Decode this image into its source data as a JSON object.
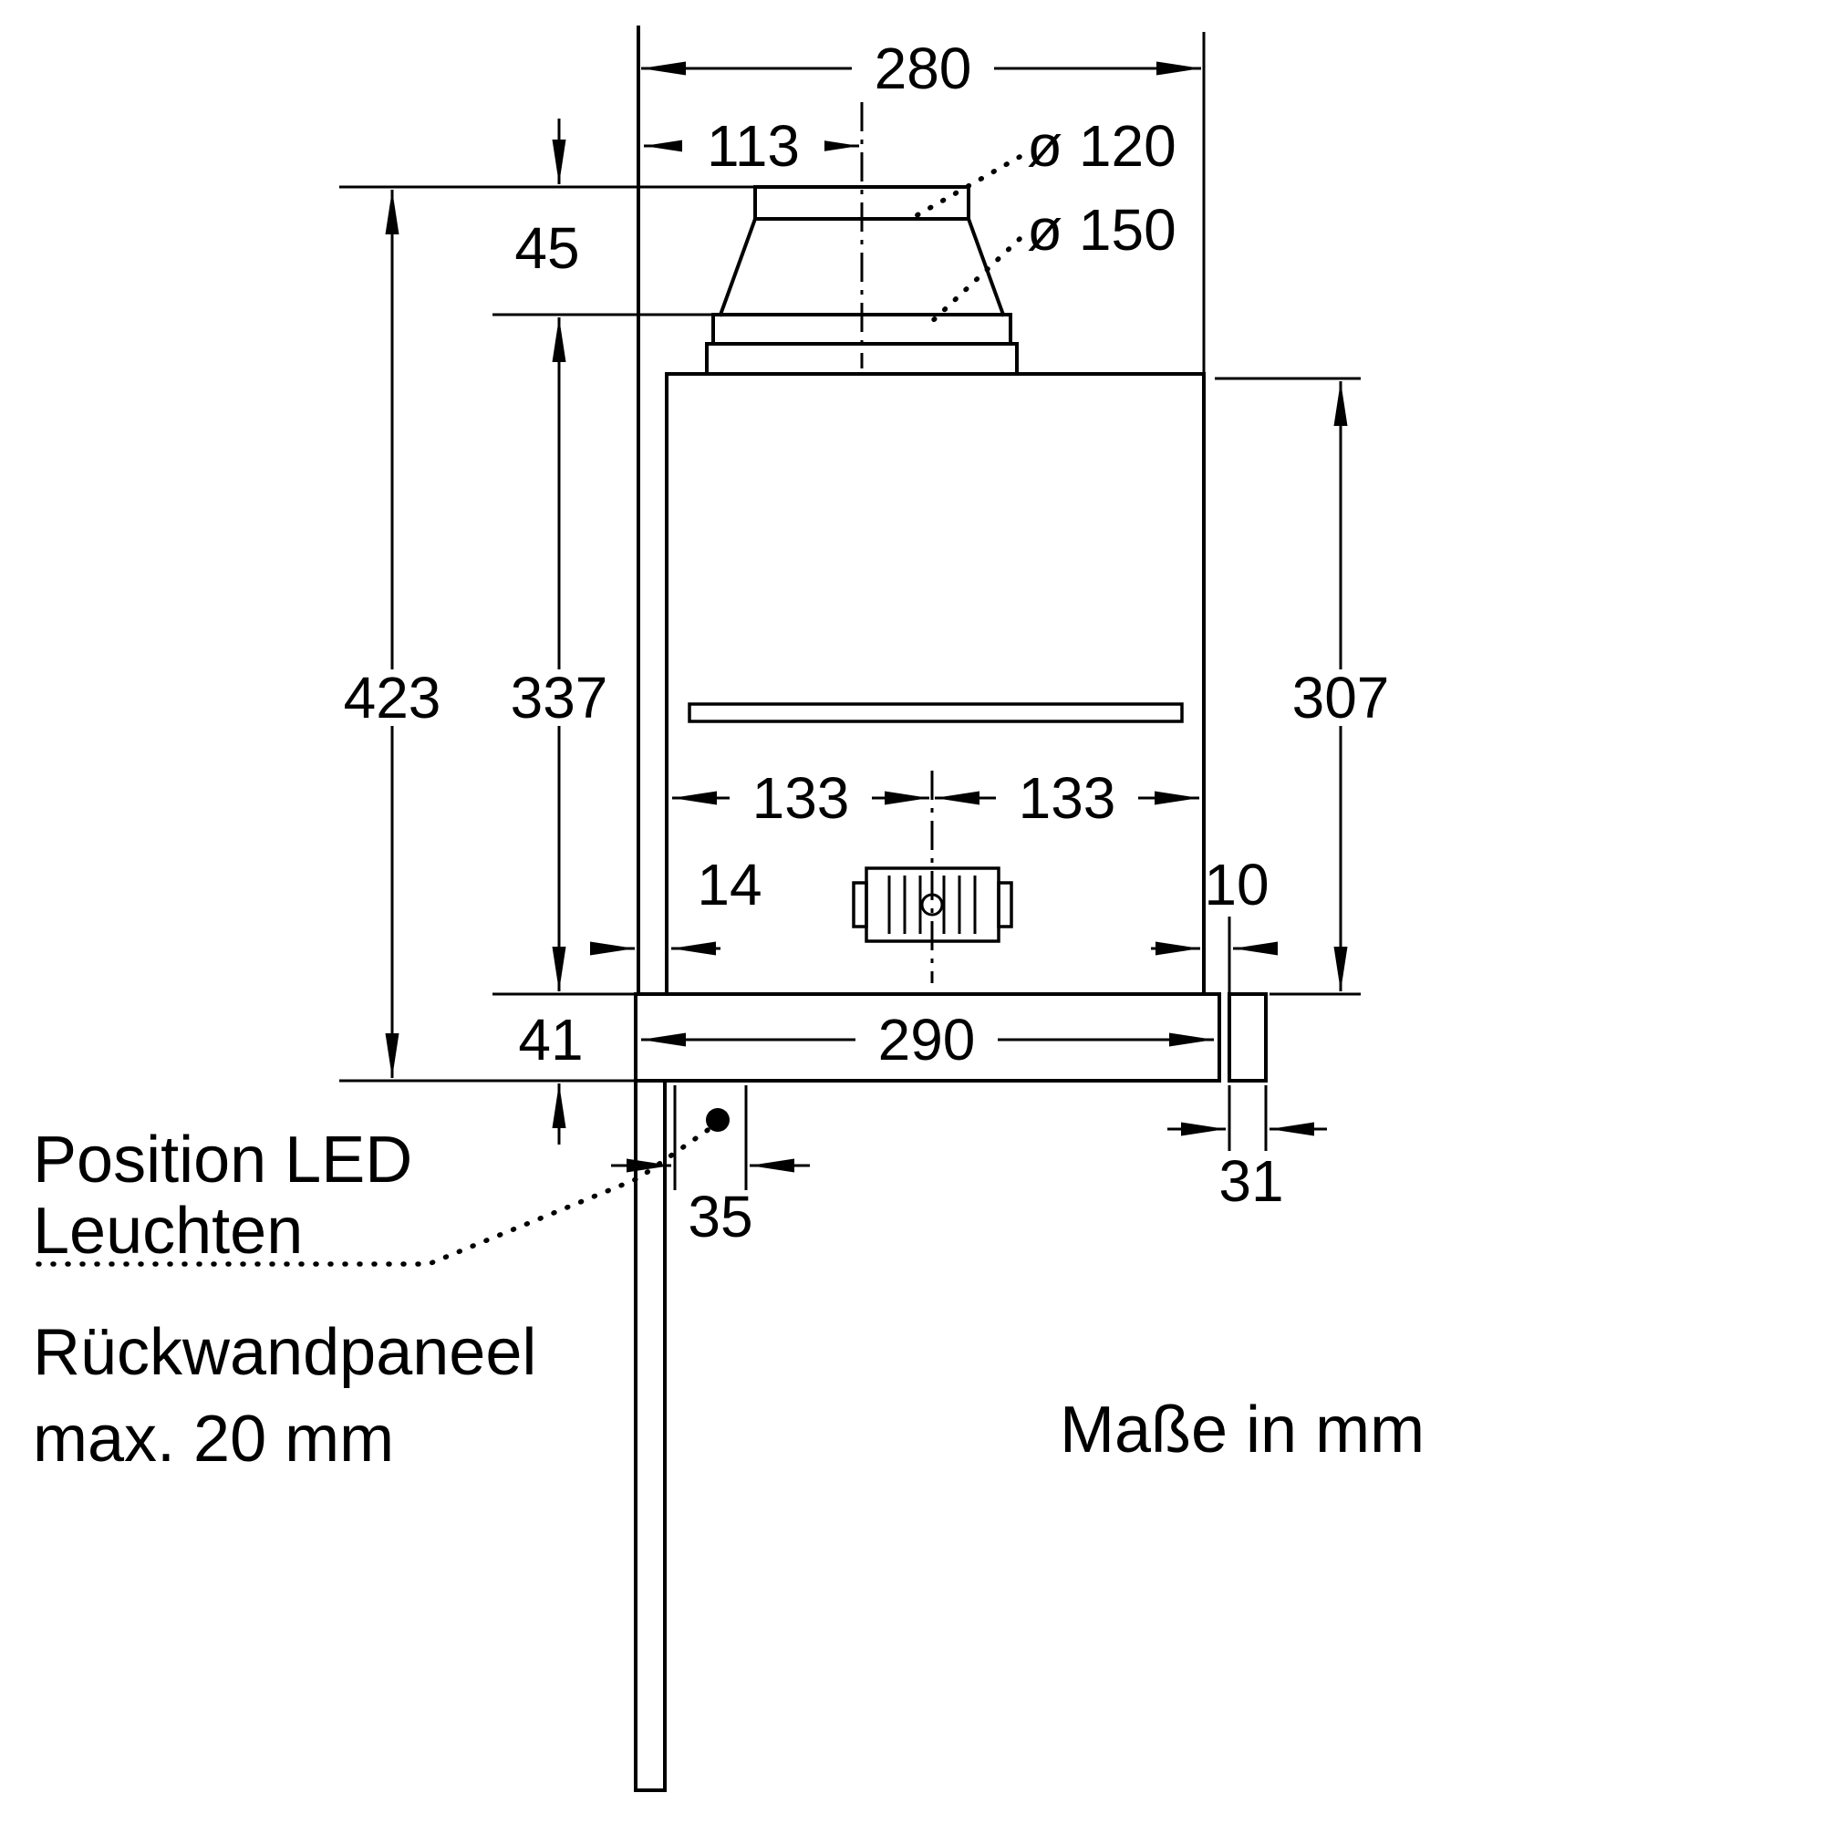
{
  "drawing": {
    "dims": {
      "width_overall": "280",
      "duct_offset": "113",
      "dia_120": "ø 120",
      "dia_150": "ø 150",
      "collar_height": "45",
      "height_overall": "423",
      "height_body": "337",
      "height_right": "307",
      "half_left": "133",
      "half_right": "133",
      "gap_rear": "14",
      "gap_front": "10",
      "panel_height": "41",
      "panel_width": "290",
      "endcap_width": "31",
      "led_offset": "35"
    },
    "notes": {
      "led_line1": "Position LED",
      "led_line2": "Leuchten",
      "rear_line1": "Rückwandpaneel",
      "rear_line2": "max. 20 mm",
      "units": "Maße in mm"
    }
  }
}
